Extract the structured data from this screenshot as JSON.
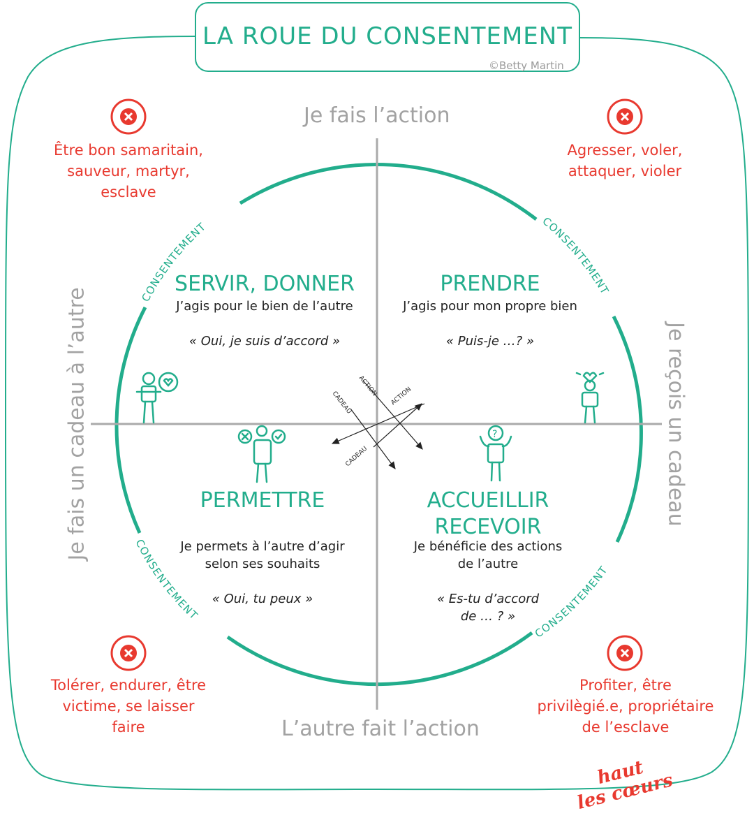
{
  "header": {
    "title": "LA ROUE DU CONSENTEMENT",
    "credit": "©Betty Martin"
  },
  "axes": {
    "top": "Je fais l’action",
    "bottom": "L’autre fait l’action",
    "left": "Je fais un cadeau à l’autre",
    "right": "Je reçois un cadeau"
  },
  "arc_label": "CONSENTEMENT",
  "center_arrows": {
    "action": "ACTION",
    "gift": "CADEAU"
  },
  "quadrants": {
    "top_left": {
      "title": "SERVIR, DONNER",
      "subtitle": "J’agis pour le bien de l’autre",
      "quote": "« Oui, je suis d’accord »"
    },
    "top_right": {
      "title": "PRENDRE",
      "subtitle": "J’agis pour mon propre bien",
      "quote": "« Puis-je …? »"
    },
    "bottom_left": {
      "title": "PERMETTRE",
      "subtitle_1": "Je permets à l’autre d’agir",
      "subtitle_2": "selon ses souhaits",
      "quote": "« Oui, tu peux »"
    },
    "bottom_right": {
      "title_1": "ACCUEILLIR",
      "title_2": "RECEVOIR",
      "subtitle_1": "Je bénéficie des actions",
      "subtitle_2": "de l’autre",
      "quote_1": "« Es-tu d’accord",
      "quote_2": "de … ? »"
    }
  },
  "warnings": {
    "top_left": [
      "Être bon samaritain,",
      "sauveur, martyr,",
      "esclave"
    ],
    "top_right": [
      "Agresser, voler,",
      "attaquer, violer"
    ],
    "bottom_left": [
      "Tolérer, endurer, être",
      "victime, se laisser",
      "faire"
    ],
    "bottom_right": [
      "Profiter, être",
      "privilègié.e, propriétaire",
      "de l’esclave"
    ]
  },
  "logo": {
    "line_1": "haut",
    "line_2": "les cœurs"
  },
  "colors": {
    "teal": "#22ad8c",
    "red": "#e8392f",
    "gray": "#a2a2a2"
  }
}
